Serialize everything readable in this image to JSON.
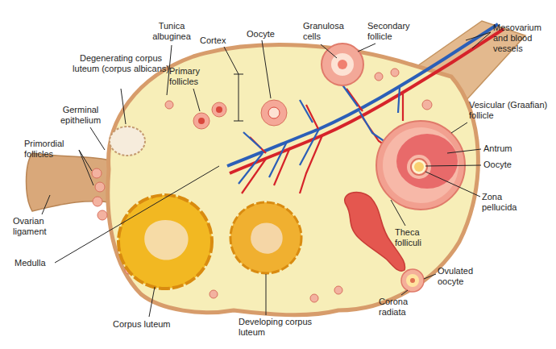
{
  "diagram": {
    "labels": [
      "Tunica albuginea",
      "Cortex",
      "Oocyte",
      "Granulosa cells",
      "Secondary follicle",
      "Mesovarium and blood vessels",
      "Degenerating corpus luteum (corpus albicans)",
      "Primary follicles",
      "Germinal epithelium",
      "Vesicular (Graafian) follicle",
      "Primordial follicles",
      "Antrum",
      "Oocyte",
      "Zona pellucida",
      "Ovarian ligament",
      "Theca folliculi",
      "Medulla",
      "Ovulated oocyte",
      "Corona radiata",
      "Corpus luteum",
      "Developing corpus luteum"
    ]
  }
}
